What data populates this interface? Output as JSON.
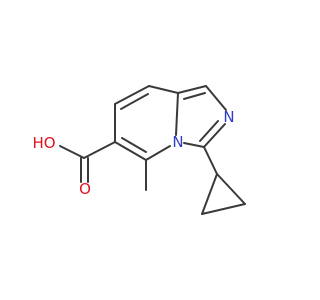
{
  "molecule": {
    "atoms": [
      {
        "id": "n_bridge",
        "symbol": "N",
        "color": "#2f3cc8"
      },
      {
        "id": "n_imid",
        "symbol": "N",
        "color": "#2f3cc8"
      },
      {
        "id": "o_carbonyl",
        "symbol": "O",
        "color": "#e0141e"
      },
      {
        "id": "o_hydroxyl",
        "symbol": "HO",
        "color": "#e0141e"
      }
    ],
    "bond_color": "#3a3a3a"
  }
}
